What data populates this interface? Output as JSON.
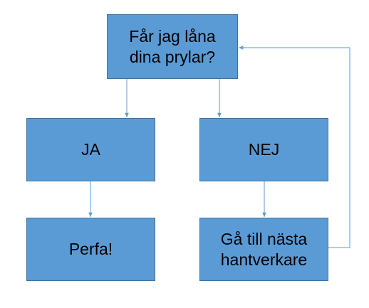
{
  "diagram": {
    "nodes": {
      "question": {
        "label": "Får jag låna\ndina prylar?"
      },
      "yes": {
        "label": "JA"
      },
      "no": {
        "label": "NEJ"
      },
      "yes_result": {
        "label": "Perfa!"
      },
      "no_result": {
        "label": "Gå till nästa\nhantverkare"
      }
    },
    "edges": [
      {
        "from": "question",
        "to": "yes"
      },
      {
        "from": "question",
        "to": "no"
      },
      {
        "from": "yes",
        "to": "yes_result"
      },
      {
        "from": "no",
        "to": "no_result"
      },
      {
        "from": "no_result",
        "to": "question"
      }
    ]
  },
  "colors": {
    "node_fill": "#5b9bd5",
    "node_border": "#41719c",
    "connector": "#5b9bd5",
    "text": "#000000"
  }
}
